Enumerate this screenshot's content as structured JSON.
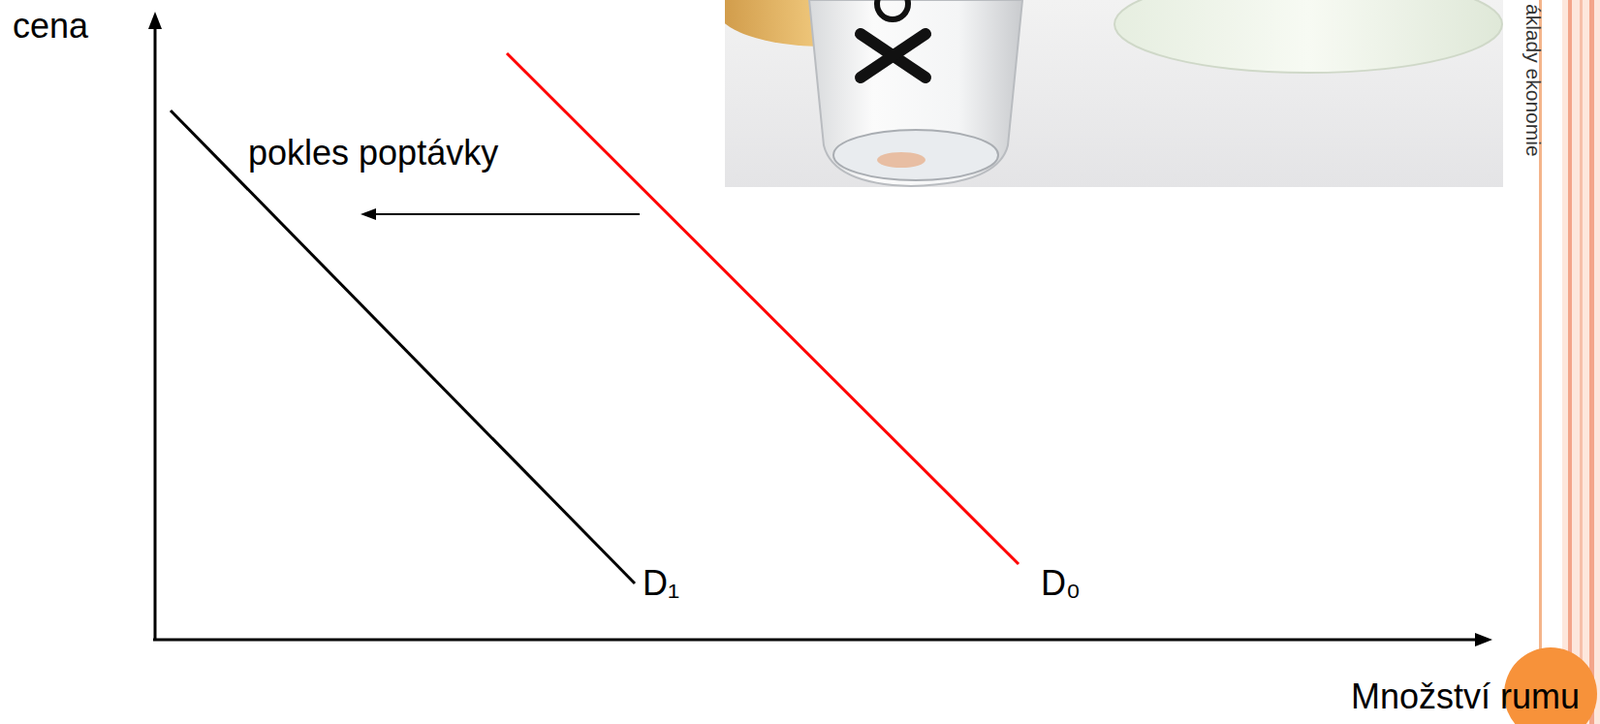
{
  "diagram": {
    "labels": [
      "cena",
      "pokles poptávky",
      "D₁",
      "D₀",
      "Množství rumu",
      "áklady ekonomie"
    ]
  }
}
